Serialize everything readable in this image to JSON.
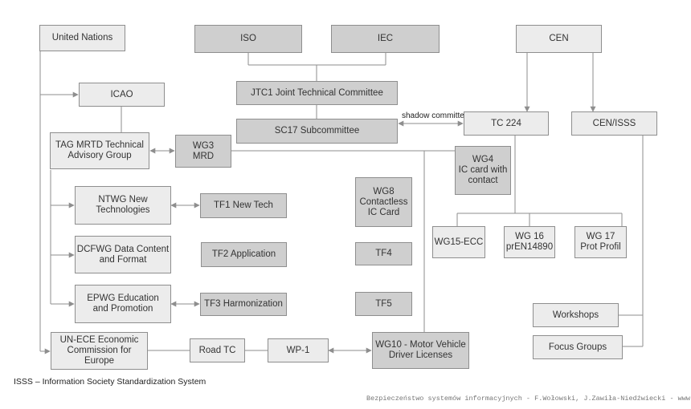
{
  "nodes": {
    "un": "United Nations",
    "iso": "ISO",
    "iec": "IEC",
    "cen": "CEN",
    "icao": "ICAO",
    "jtc1": "JTC1 Joint Technical Committee",
    "sc17": "SC17 Subcommittee",
    "tc224": "TC 224",
    "cenisss": "CEN/ISSS",
    "tag": "TAG MRTD Technical\nAdvisory Group",
    "wg3": "WG3\nMRD",
    "wg4": "WG4\nIC card with\ncontact",
    "ntwg": "NTWG New\nTechnologies",
    "tf1": "TF1 New Tech",
    "wg8": "WG8\nContactless\nIC Card",
    "wg15": "WG15-ECC",
    "wg16": "WG 16\nprEN14890",
    "wg17": "WG 17\nProt Profil",
    "dcfwg": "DCFWG Data Content\nand Format",
    "tf2": "TF2 Application",
    "tf4": "TF4",
    "epwg": "EPWG Education\nand Promotion",
    "tf3": "TF3 Harmonization",
    "tf5": "TF5",
    "workshops": "Workshops",
    "focus": "Focus Groups",
    "unece": "UN-ECE Economic\nCommission for Europe",
    "roadtc": "Road TC",
    "wp1": "WP-1",
    "wg10": "WG10 - Motor Vehicle\nDriver Licenses"
  },
  "shadow_label": "shadow committee",
  "legend": "ISSS – Information Society Standardization System",
  "credit": "Bezpieczeństwo systemów informacyjnych - F.Wołowski, J.Zawiła-Niedźwiecki - www.edu-libri.pl",
  "colors": {
    "dark_fill": "#cfcfcf",
    "light_fill": "#ececec",
    "line": "#8e8e8e"
  }
}
